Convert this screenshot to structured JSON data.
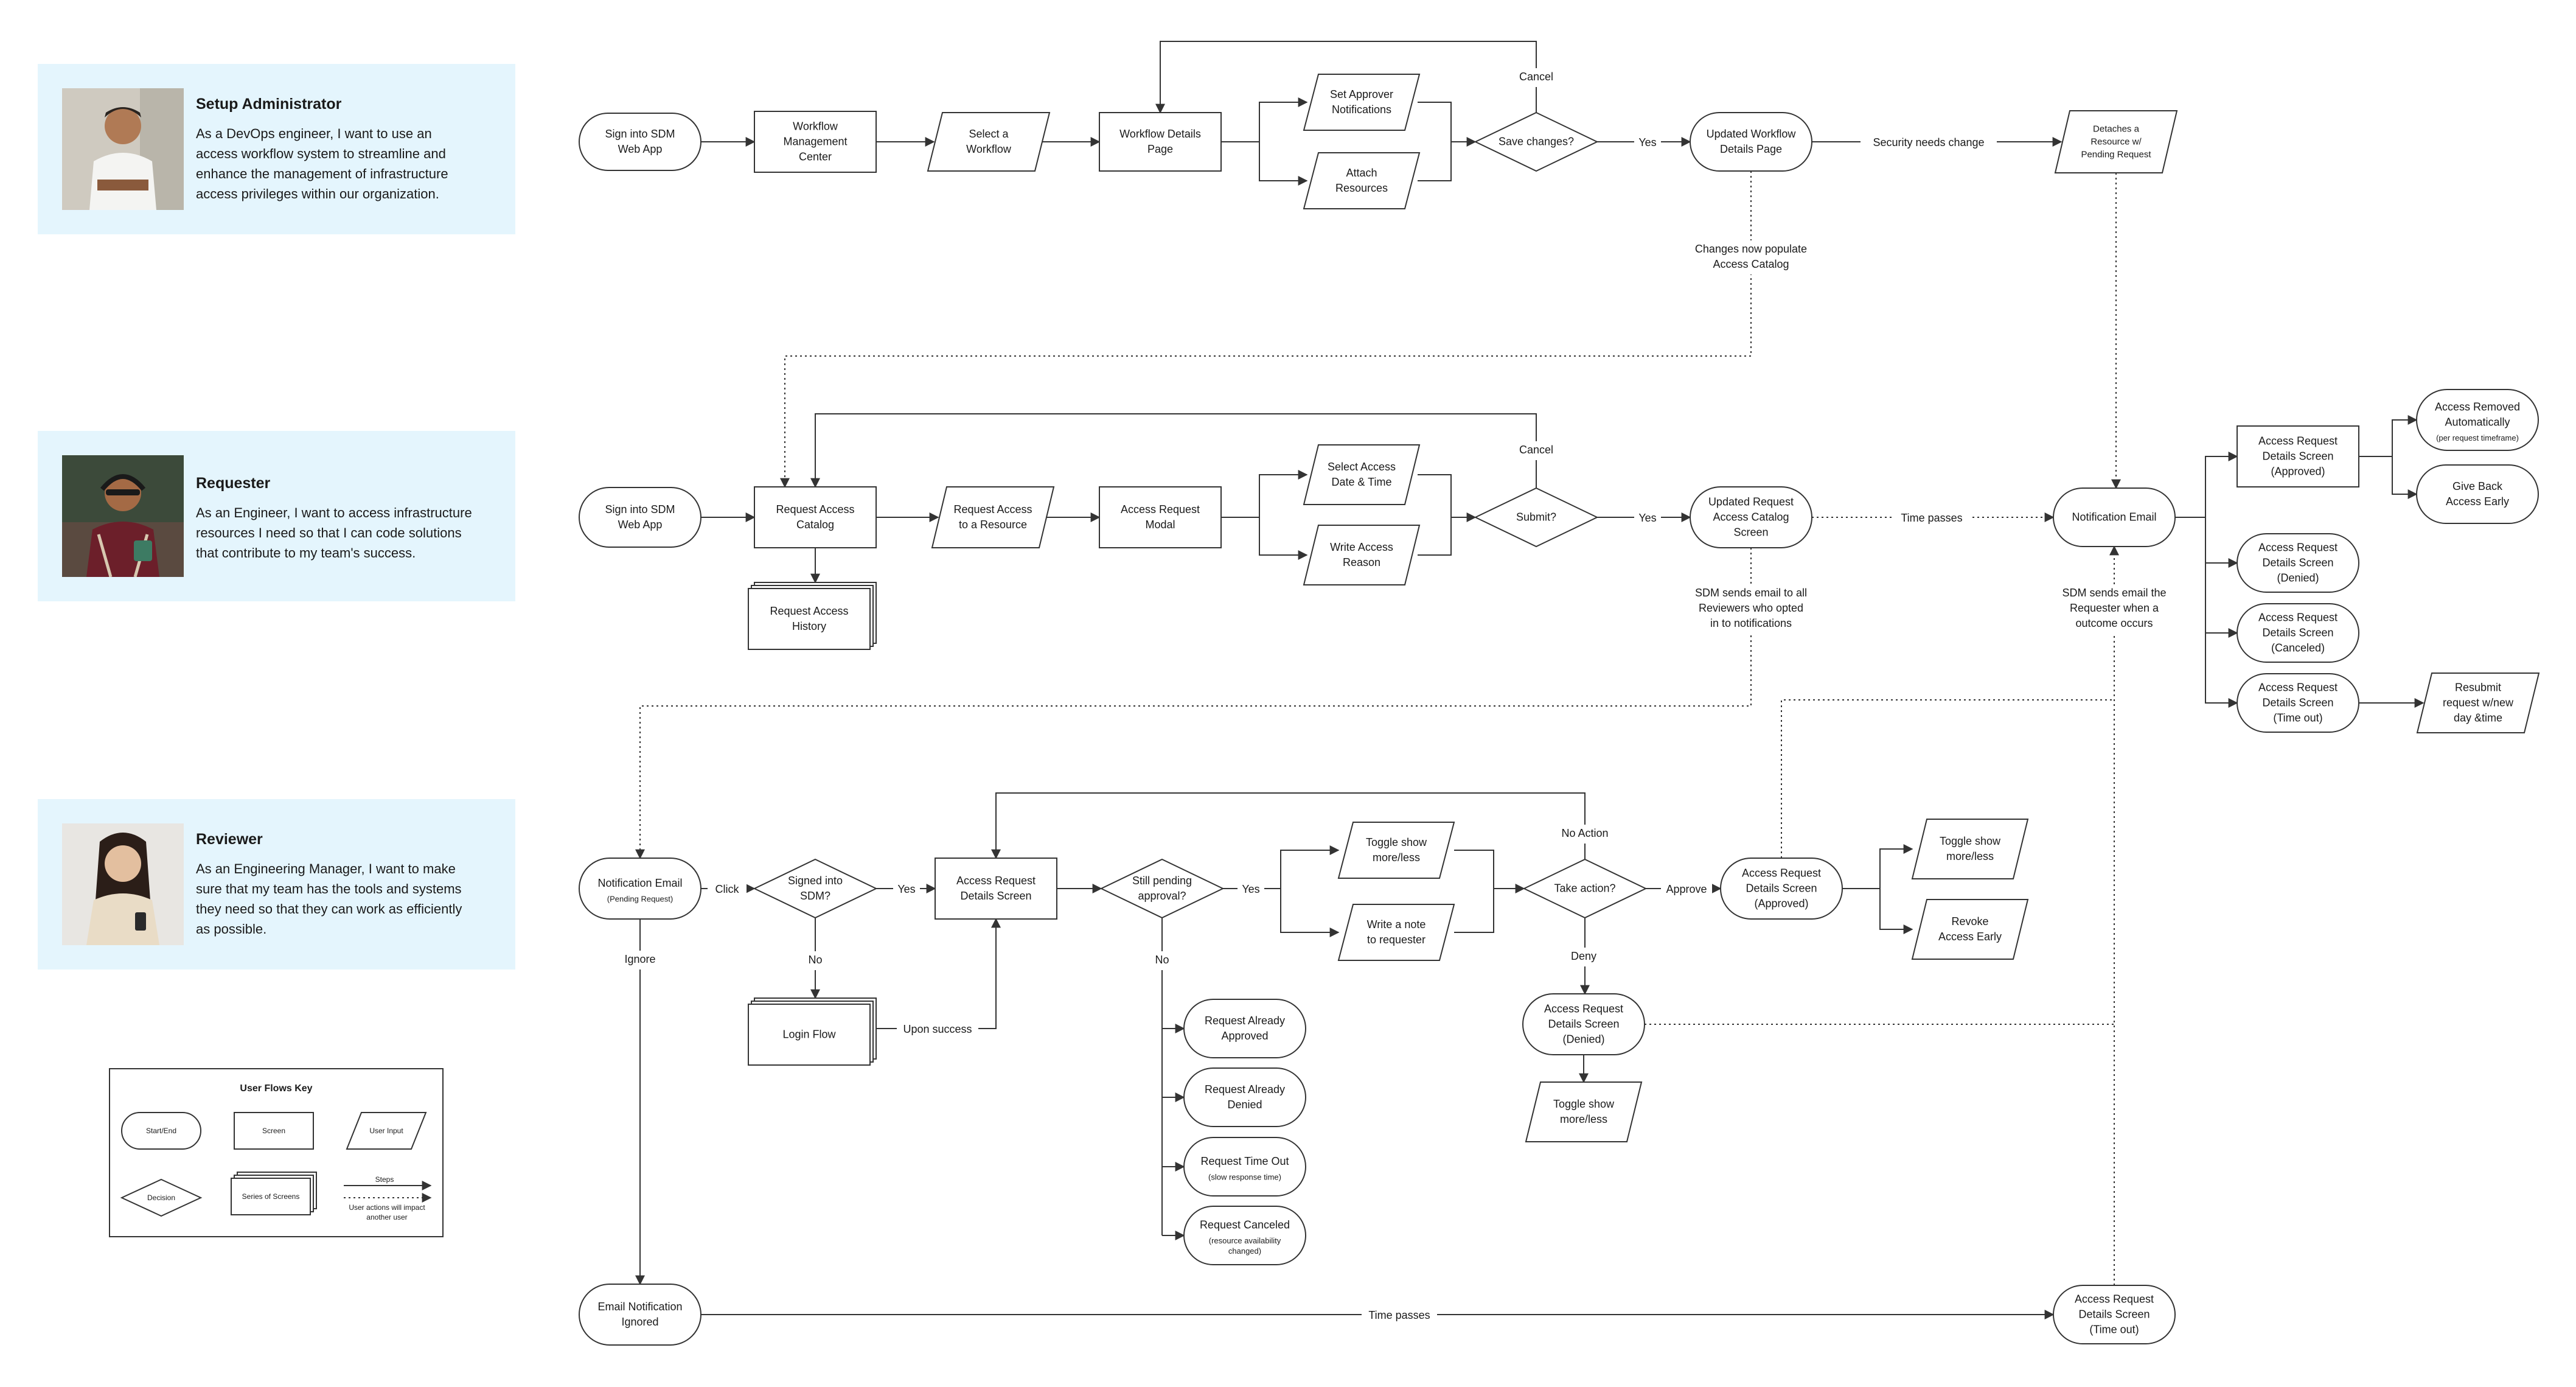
{
  "personas": [
    {
      "title": "Setup Administrator",
      "description": "As a DevOps engineer, I want to use an\naccess workflow system to streamline and\nenhance the management of infrastructure\naccess privileges within our organization.",
      "avatar": "man-with-crossed-arms-photo"
    },
    {
      "title": "Requester",
      "description": "As an Engineer, I want to access infrastructure\nresources I need so that I can code solutions\nthat contribute to my team's success.",
      "avatar": "man-with-headphones-photo"
    },
    {
      "title": "Reviewer",
      "description": "As an Engineering Manager, I want to make\nsure that my team has the tools and systems\nthey need so that they can work as efficiently\nas possible.",
      "avatar": "woman-with-phone-photo"
    }
  ],
  "nodes": {
    "a_signin": {
      "type": "terminal",
      "lines": [
        "Sign into SDM",
        "Web App"
      ]
    },
    "a_wmc": {
      "type": "screen",
      "lines": [
        "Workflow",
        "Management",
        "Center"
      ]
    },
    "a_select": {
      "type": "input",
      "lines": [
        "Select a",
        "Workflow"
      ]
    },
    "a_wdp": {
      "type": "screen",
      "lines": [
        "Workflow Details",
        "Page"
      ]
    },
    "a_setappr": {
      "type": "input",
      "lines": [
        "Set Approver",
        "Notifications"
      ]
    },
    "a_attach": {
      "type": "input",
      "lines": [
        "Attach",
        "Resources"
      ]
    },
    "a_save": {
      "type": "decision",
      "lines": [
        "Save changes?"
      ]
    },
    "a_updated": {
      "type": "terminal",
      "lines": [
        "Updated Workflow",
        "Details Page"
      ]
    },
    "a_detach": {
      "type": "input",
      "lines": [
        "Detaches a",
        "Resource w/",
        "Pending Request"
      ],
      "small": true
    },
    "r_signin": {
      "type": "terminal",
      "lines": [
        "Sign into SDM",
        "Web App"
      ]
    },
    "r_catalog": {
      "type": "screen",
      "lines": [
        "Request Access",
        "Catalog"
      ]
    },
    "r_history": {
      "type": "stack",
      "lines": [
        "Request Access",
        "History"
      ]
    },
    "r_reqres": {
      "type": "input",
      "lines": [
        "Request Access",
        "to a Resource"
      ]
    },
    "r_modal": {
      "type": "screen",
      "lines": [
        "Access Request",
        "Modal"
      ]
    },
    "r_date": {
      "type": "input",
      "lines": [
        "Select Access",
        "Date & Time"
      ]
    },
    "r_reason": {
      "type": "input",
      "lines": [
        "Write Access",
        "Reason"
      ]
    },
    "r_submit": {
      "type": "decision",
      "lines": [
        "Submit?"
      ]
    },
    "r_updated": {
      "type": "terminal",
      "lines": [
        "Updated Request",
        "Access Catalog",
        "Screen"
      ]
    },
    "r_notif": {
      "type": "terminal",
      "lines": [
        "Notification Email"
      ]
    },
    "r_approved": {
      "type": "screen",
      "lines": [
        "Access Request",
        "Details Screen",
        "(Approved)"
      ]
    },
    "r_removed": {
      "type": "terminal",
      "lines": [
        "Access Removed",
        "Automatically"
      ],
      "sub": "(per request timeframe)"
    },
    "r_giveback": {
      "type": "terminal",
      "lines": [
        "Give Back",
        "Access Early"
      ]
    },
    "r_denied": {
      "type": "terminal",
      "lines": [
        "Access Request",
        "Details Screen",
        "(Denied)"
      ]
    },
    "r_canceled": {
      "type": "terminal",
      "lines": [
        "Access Request",
        "Details Screen",
        "(Canceled)"
      ]
    },
    "r_timeout": {
      "type": "terminal",
      "lines": [
        "Access Request",
        "Details Screen",
        "(Time out)"
      ]
    },
    "r_resubmit": {
      "type": "input",
      "lines": [
        "Resubmit",
        "request w/new",
        "day &time"
      ]
    },
    "v_notif": {
      "type": "terminal",
      "lines": [
        "Notification Email"
      ],
      "sub": "(Pending Request)"
    },
    "v_signed": {
      "type": "decision",
      "lines": [
        "Signed into",
        "SDM?"
      ]
    },
    "v_login": {
      "type": "stack",
      "lines": [
        "Login Flow"
      ]
    },
    "v_details": {
      "type": "screen",
      "lines": [
        "Access Request",
        "Details Screen"
      ]
    },
    "v_pending": {
      "type": "decision",
      "lines": [
        "Still pending",
        "approval?"
      ]
    },
    "v_toggle1": {
      "type": "input",
      "lines": [
        "Toggle show",
        "more/less"
      ]
    },
    "v_note": {
      "type": "input",
      "lines": [
        "Write a note",
        "to requester"
      ]
    },
    "v_action": {
      "type": "decision",
      "lines": [
        "Take action?"
      ]
    },
    "v_approved": {
      "type": "terminal",
      "lines": [
        "Access Request",
        "Details Screen",
        "(Approved)"
      ]
    },
    "v_toggle2": {
      "type": "input",
      "lines": [
        "Toggle show",
        "more/less"
      ]
    },
    "v_revoke": {
      "type": "input",
      "lines": [
        "Revoke",
        "Access Early"
      ]
    },
    "v_denied": {
      "type": "terminal",
      "lines": [
        "Access Request",
        "Details Screen",
        "(Denied)"
      ]
    },
    "v_toggle3": {
      "type": "input",
      "lines": [
        "Toggle show",
        "more/less"
      ]
    },
    "v_already_appr": {
      "type": "terminal",
      "lines": [
        "Request Already",
        "Approved"
      ]
    },
    "v_already_den": {
      "type": "terminal",
      "lines": [
        "Request Already",
        "Denied"
      ]
    },
    "v_timeout_req": {
      "type": "terminal",
      "lines": [
        "Request Time Out"
      ],
      "sub": "(slow response time)"
    },
    "v_canceled_req": {
      "type": "terminal",
      "lines": [
        "Request Canceled"
      ],
      "sub": "(resource availability",
      "sub2": "changed)"
    },
    "v_ignored": {
      "type": "terminal",
      "lines": [
        "Email Notification",
        "Ignored"
      ]
    },
    "v_timeout": {
      "type": "terminal",
      "lines": [
        "Access Request",
        "Details Screen",
        "(Time out)"
      ]
    }
  },
  "edge_labels": {
    "cancel_admin": "Cancel",
    "yes_admin": "Yes",
    "security": "Security needs change",
    "changes_populate": [
      "Changes now populate",
      "Access Catalog"
    ],
    "cancel_req": "Cancel",
    "yes_req": "Yes",
    "time_passes_req": "Time passes",
    "sdm_sends_reviewers": [
      "SDM sends email to all",
      "Reviewers who opted",
      "in to notifications"
    ],
    "sdm_sends_requester": [
      "SDM sends email the",
      "Requester when a",
      "outcome occurs"
    ],
    "click": "Click",
    "yes_signed": "Yes",
    "no_signed": "No",
    "upon_success": "Upon success",
    "yes_pending": "Yes",
    "no_pending": "No",
    "no_action": "No Action",
    "approve": "Approve",
    "deny": "Deny",
    "ignore": "Ignore",
    "time_passes_rev": "Time passes"
  },
  "legend": {
    "title": "User Flows Key",
    "start_end": "Start/End",
    "screen": "Screen",
    "user_input": "User Input",
    "decision": "Decision",
    "series": "Series of Screens",
    "steps": "Steps",
    "impact": [
      "User actions will impact",
      "another user"
    ]
  },
  "colors": {
    "persona_bg": "#e4f5fd",
    "stroke": "#333333",
    "text": "#1a1a1a"
  }
}
